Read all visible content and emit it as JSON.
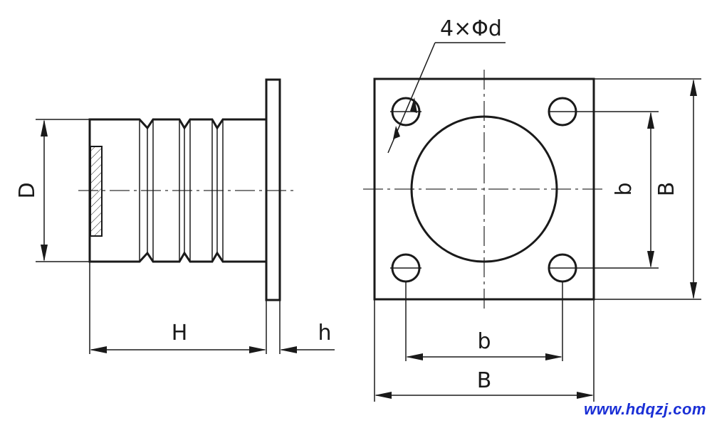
{
  "side_view": {
    "labels": {
      "diameter": "D",
      "height": "H",
      "flange_thickness": "h"
    }
  },
  "top_view": {
    "labels": {
      "holes": "4×Φd",
      "hole_spacing_vertical": "b",
      "plate_width_vertical": "B",
      "hole_spacing_horizontal": "b",
      "plate_width_horizontal": "B"
    }
  },
  "watermark": "www.hdqzj.com"
}
